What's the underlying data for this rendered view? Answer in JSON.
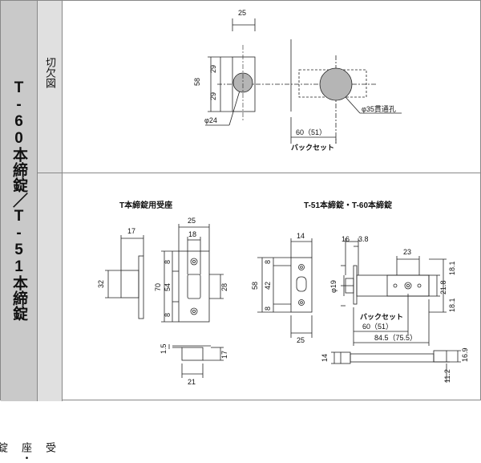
{
  "title": "T-60本締錠／T-51本締錠",
  "sections": {
    "cutout": "切欠図",
    "strike_lock": "受座・錠"
  },
  "cutout": {
    "dim_25": "25",
    "dim_58": "58",
    "dim_29a": "29",
    "dim_29b": "29",
    "dim_phi24": "φ24",
    "dim_phi35": "φ35貫通孔",
    "dim_60_51": "60（51）",
    "backset": "バックセット"
  },
  "strike": {
    "heading": "T本締錠用受座",
    "dim_17": "17",
    "dim_32": "32",
    "dim_25": "25",
    "dim_18": "18",
    "dim_8a": "8",
    "dim_70": "70",
    "dim_54": "54",
    "dim_8b": "8",
    "dim_28": "28",
    "dim_1_5": "1.5",
    "dim_17b": "17",
    "dim_21": "21"
  },
  "lock": {
    "heading": "T-51本締錠・T-60本締錠",
    "dim_14": "14",
    "dim_16": "16",
    "dim_3_8": "3.8",
    "dim_58": "58",
    "dim_8a": "8",
    "dim_42": "42",
    "dim_8b": "8",
    "dim_phi19": "φ19",
    "dim_23": "23",
    "dim_18_1a": "18.1",
    "dim_21_8": "21.8",
    "dim_18_1b": "18.1",
    "backset": "バックセット",
    "dim_60_51": "60（51）",
    "dim_84_5": "84.5（75.5）",
    "dim_25": "25",
    "dim_14b": "14",
    "dim_11_2": "11.2",
    "dim_16_9": "16.9"
  }
}
